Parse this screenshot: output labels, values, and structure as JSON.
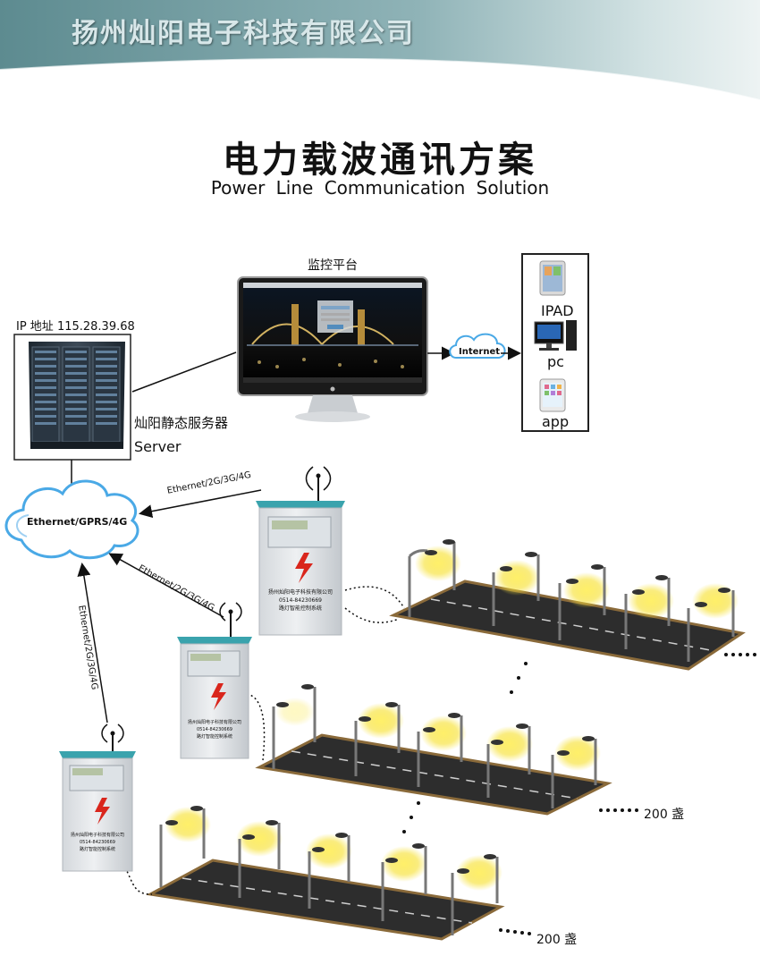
{
  "header": {
    "company": "扬州灿阳电子科技有限公司",
    "title_cn": "电力载波通讯方案",
    "title_en": "Power Line Communication Solution"
  },
  "server": {
    "ip_label": "IP 地址 115.28.39.68",
    "name_cn": "灿阳静态服务器",
    "name_en": "Server"
  },
  "monitor": {
    "label": "监控平台"
  },
  "internet": {
    "label": "Internet"
  },
  "devices": [
    {
      "label": "IPAD",
      "icon": "tablet-icon"
    },
    {
      "label": "pc",
      "icon": "desktop-pc-icon"
    },
    {
      "label": "app",
      "icon": "phone-app-icon"
    }
  ],
  "network_cloud": {
    "label": "Ethernet/GPRS/4G"
  },
  "links": [
    {
      "label": "Ethernet/2G/3G/4G"
    },
    {
      "label": "Ethernet/2G/3G/4G"
    },
    {
      "label": "Ethernet/2G/3G/4G"
    }
  ],
  "cabinets": [
    {
      "company": "扬州灿阳电子科技有限公司",
      "phone": "0514-84230669",
      "system": "路灯智能控制系统"
    },
    {
      "company": "扬州灿阳电子科技有限公司",
      "phone": "0514-84230669",
      "system": "路灯智能控制系统"
    },
    {
      "company": "扬州灿阳电子科技有限公司",
      "phone": "0514-84230669",
      "system": "路灯智能控制系统"
    }
  ],
  "roads": [
    {
      "count_label": "200 盏"
    },
    {
      "count_label": "200 盏"
    }
  ],
  "colors": {
    "banner_dark": "#3f6d72",
    "banner_light": "#c9dcde",
    "cabinet_roof": "#3aa3ad",
    "cabinet_body": "#e6e9ec",
    "lightning": "#d9261c",
    "cloud": "#4aa9e6",
    "lamp_glow": "#f7e23a",
    "road": "#2d2d2d"
  }
}
